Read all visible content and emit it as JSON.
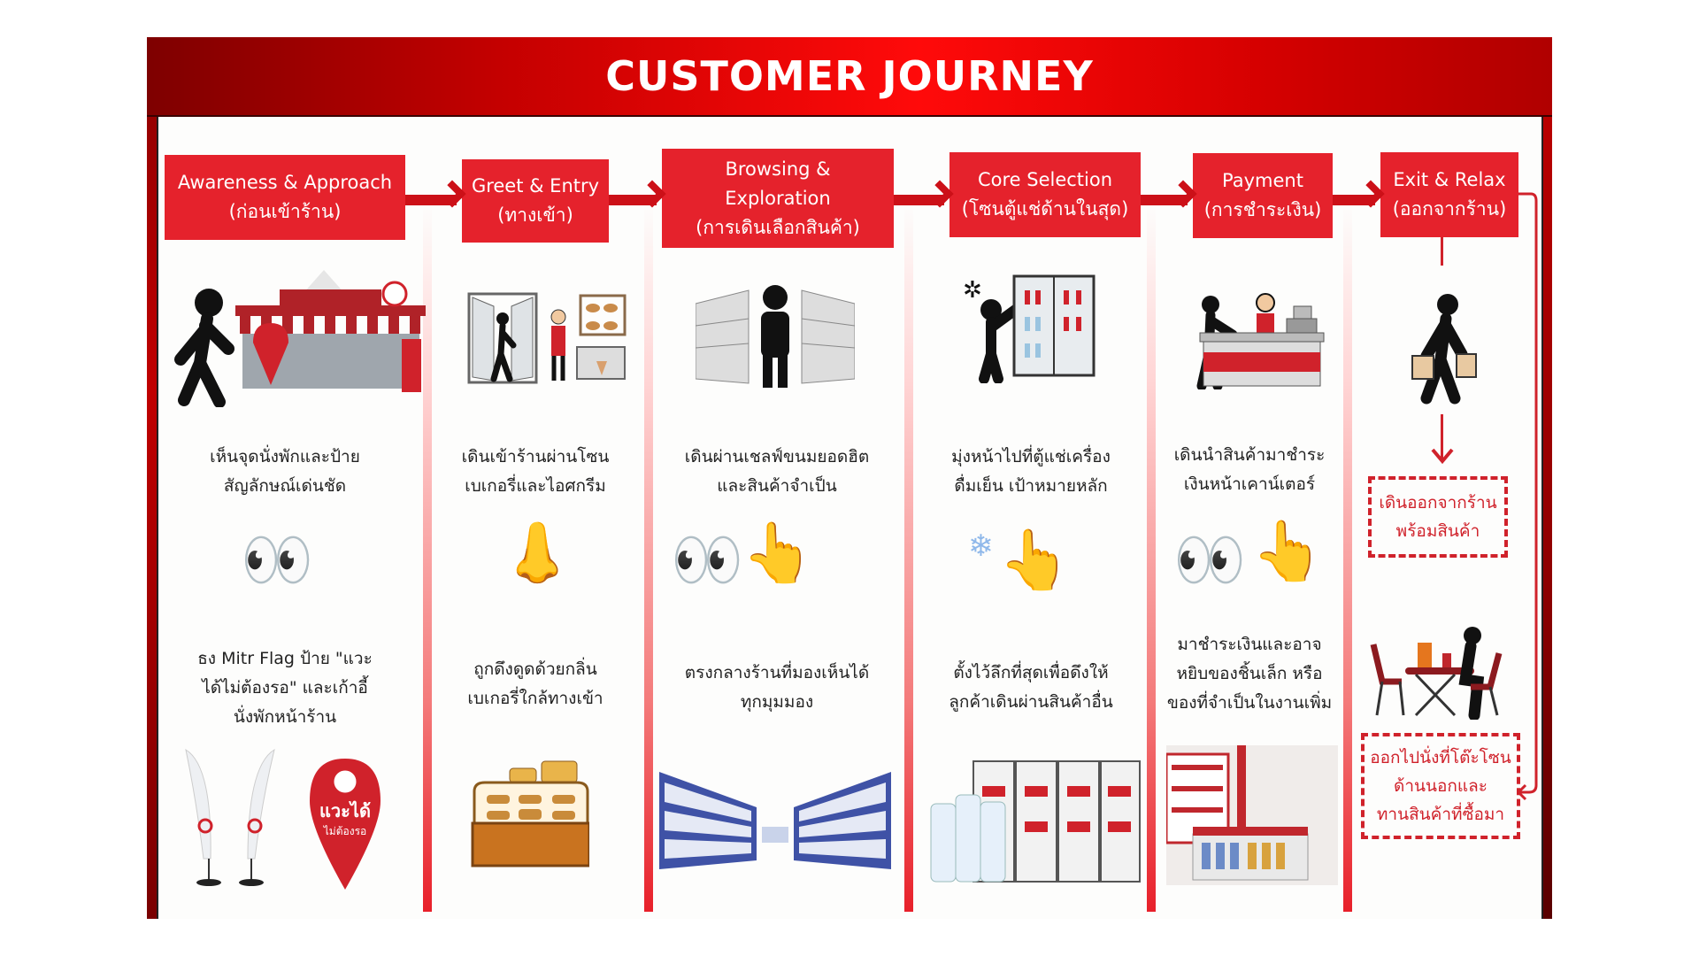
{
  "title": "CUSTOMER JOURNEY",
  "colors": {
    "primary_red": "#e5222c",
    "title_red": "#ff0a0a",
    "dark_red": "#7e0000"
  },
  "stages": [
    {
      "title": "Awareness & Approach",
      "subtitle": "(ก่อนเข้าร้าน)",
      "desc1": [
        "เห็นจุดนั่งพักและป้าย",
        "สัญลักษณ์เด่นชัด"
      ],
      "senses": [
        "eyes-icon"
      ],
      "desc2": [
        "ธง Mitr Flag ป้าย \"แวะ",
        "ได้ไม่ต้องรอ\" และเก้าอี้",
        "นั่งพักหน้าร้าน"
      ],
      "sign_text": [
        "แวะได้",
        "ไม่ต้องรอ"
      ]
    },
    {
      "title": "Greet & Entry",
      "subtitle": "(ทางเข้า)",
      "desc1": [
        "เดินเข้าร้านผ่านโซน",
        "เบเกอรี่และไอศกรีม"
      ],
      "senses": [
        "nose-icon"
      ],
      "desc2": [
        "ถูกดึงดูดด้วยกลิ่น",
        "เบเกอรี่ใกล้ทางเข้า"
      ]
    },
    {
      "title": "Browsing &",
      "title2": "Exploration",
      "subtitle": "(การเดินเลือกสินค้า)",
      "desc1": [
        "เดินผ่านเชลฟ์ขนมยอดฮิต",
        "และสินค้าจำเป็น"
      ],
      "senses": [
        "eyes-icon",
        "touch-icon"
      ],
      "desc2": [
        "ตรงกลางร้านที่มองเห็นได้",
        "ทุกมุมมอง"
      ]
    },
    {
      "title": "Core Selection",
      "subtitle": "(โซนตู้แช่ด้านในสุด)",
      "desc1": [
        "มุ่งหน้าไปที่ตู้แช่เครื่อง",
        "ดื่มเย็น เป้าหมายหลัก"
      ],
      "senses": [
        "cold-icon",
        "touch-icon"
      ],
      "desc2": [
        "ตั้งไว้ลึกที่สุดเพื่อดึงให้",
        "ลูกค้าเดินผ่านสินค้าอื่น"
      ]
    },
    {
      "title": "Payment",
      "subtitle": "(การชำระเงิน)",
      "desc1": [
        "เดินนำสินค้ามาชำระ",
        "เงินหน้าเคาน์เตอร์"
      ],
      "senses": [
        "eyes-icon",
        "touch-icon"
      ],
      "desc2": [
        "มาชำระเงินและอาจ",
        "หยิบของชิ้นเล็ก หรือ",
        "ของที่จำเป็นในงานเพิ่ม"
      ]
    },
    {
      "title": "Exit & Relax",
      "subtitle": "(ออกจากร้าน)",
      "box1": [
        "เดินออกจากร้าน",
        "พร้อมสินค้า"
      ],
      "box2": [
        "ออกไปนั่งที่โต๊ะโซน",
        "ด้านนอกและ",
        "ทานสินค้าที่ซื้อมา"
      ]
    }
  ]
}
